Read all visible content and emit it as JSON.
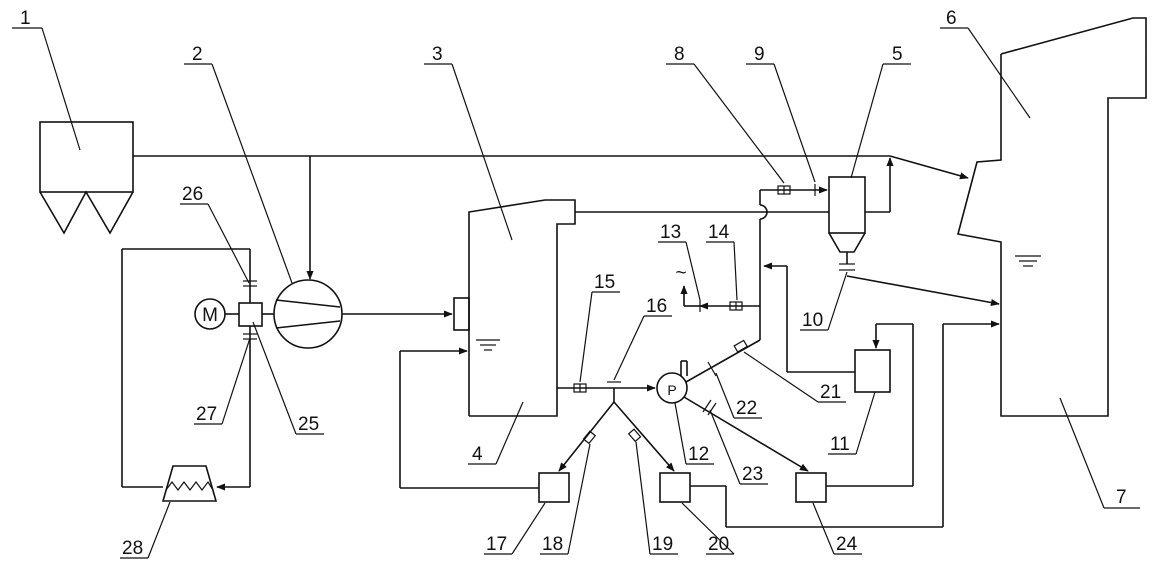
{
  "diagram": {
    "labels": {
      "l1": "1",
      "l2": "2",
      "l3": "3",
      "l4": "4",
      "l5": "5",
      "l6": "6",
      "l7": "7",
      "l8": "8",
      "l9": "9",
      "l10": "10",
      "l11": "11",
      "l12": "12",
      "l13": "13",
      "l14": "14",
      "l15": "15",
      "l16": "16",
      "l17": "17",
      "l18": "18",
      "l19": "19",
      "l20": "20",
      "l21": "21",
      "l22": "22",
      "l23": "23",
      "l24": "24",
      "l25": "25",
      "l26": "26",
      "l27": "27",
      "l28": "28",
      "motor": "M",
      "pump": "P",
      "vent": "~"
    }
  }
}
